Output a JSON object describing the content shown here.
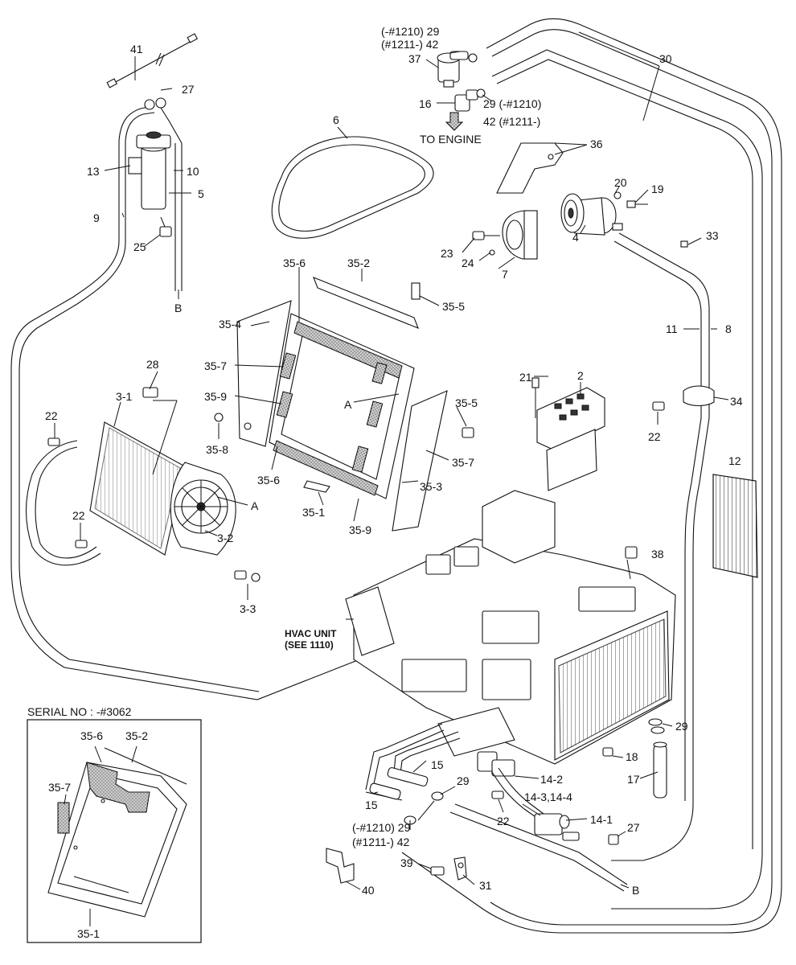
{
  "serial_box": {
    "title": "SERIAL NO : -#3062"
  },
  "texts": {
    "to_engine": "TO ENGINE",
    "hvac_unit_1": "HVAC UNIT",
    "hvac_unit_2": "(SEE 1110)",
    "ser_top_1": "(-#1210) 29",
    "ser_top_2": "(#1211-) 42",
    "ser_mid_1": "29 (-#1210)",
    "ser_mid_2": "42 (#1211-)",
    "ser_bot_1": "(-#1210) 29",
    "ser_bot_2": "(#1211-) 42"
  },
  "labels": {
    "l41": "41",
    "l27a": "27",
    "l13": "13",
    "l10": "10",
    "l5": "5",
    "l9": "9",
    "l25": "25",
    "lB1": "B",
    "l37": "37",
    "l16": "16",
    "l30": "30",
    "l6": "6",
    "l36": "36",
    "l20": "20",
    "l19": "19",
    "l4": "4",
    "l33": "33",
    "l23": "23",
    "l24": "24",
    "l7": "7",
    "l35_6": "35-6",
    "l35_2": "35-2",
    "l35_5a": "35-5",
    "l35_4": "35-4",
    "l35_7a": "35-7",
    "l35_9a": "35-9",
    "lA1": "A",
    "l35_5b": "35-5",
    "l35_8": "35-8",
    "l35_7b": "35-7",
    "l35_6b": "35-6",
    "l35_3": "35-3",
    "l35_1": "35-1",
    "l35_9b": "35-9",
    "l11": "11",
    "l8": "8",
    "l21": "21",
    "l2": "2",
    "l34": "34",
    "l22a": "22",
    "l28": "28",
    "l3_1": "3-1",
    "l22b": "22",
    "l22c": "22",
    "lA2": "A",
    "l3_2": "3-2",
    "l3_3": "3-3",
    "l12": "12",
    "l38": "38",
    "l29a": "29",
    "l18": "18",
    "l17": "17",
    "l15a": "15",
    "l15b": "15",
    "l29b": "29",
    "l14_2": "14-2",
    "l14_34": "14-3,14-4",
    "l22d": "22",
    "l14_1": "14-1",
    "l27b": "27",
    "l39": "39",
    "l31": "31",
    "l40": "40",
    "lB2": "B",
    "ib35_6": "35-6",
    "ib35_2": "35-2",
    "ib35_7": "35-7",
    "ib35_1": "35-1"
  }
}
